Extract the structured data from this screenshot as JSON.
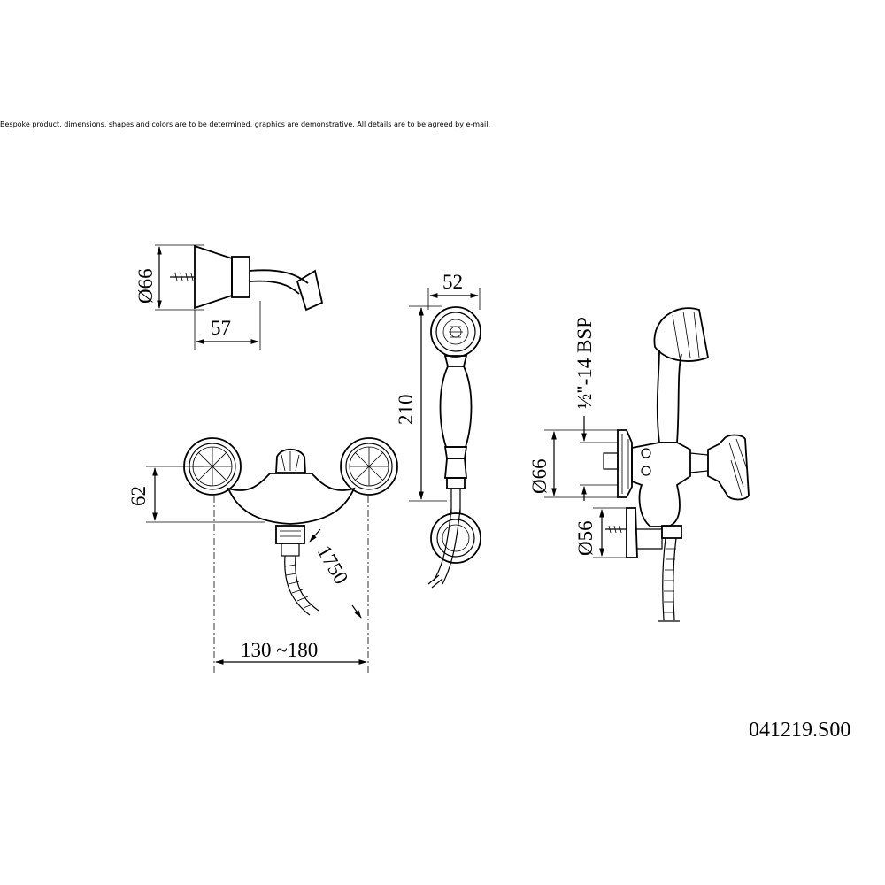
{
  "disclaimer": "Bespoke product, dimensions, shapes and colors are to be determined, graphics are demonstrative. All details are to be agreed by e-mail.",
  "product_code": "041219.S00",
  "dimensions": {
    "arm_diameter": "Ø66",
    "arm_depth": "57",
    "handshower_width": "52",
    "handshower_length": "210",
    "mixer_height": "62",
    "hose_length": "1750",
    "centers": "130 ~180",
    "thread": "½\"-14 BSP",
    "escutcheon_diameter": "Ø66",
    "holder_diameter": "Ø56"
  }
}
